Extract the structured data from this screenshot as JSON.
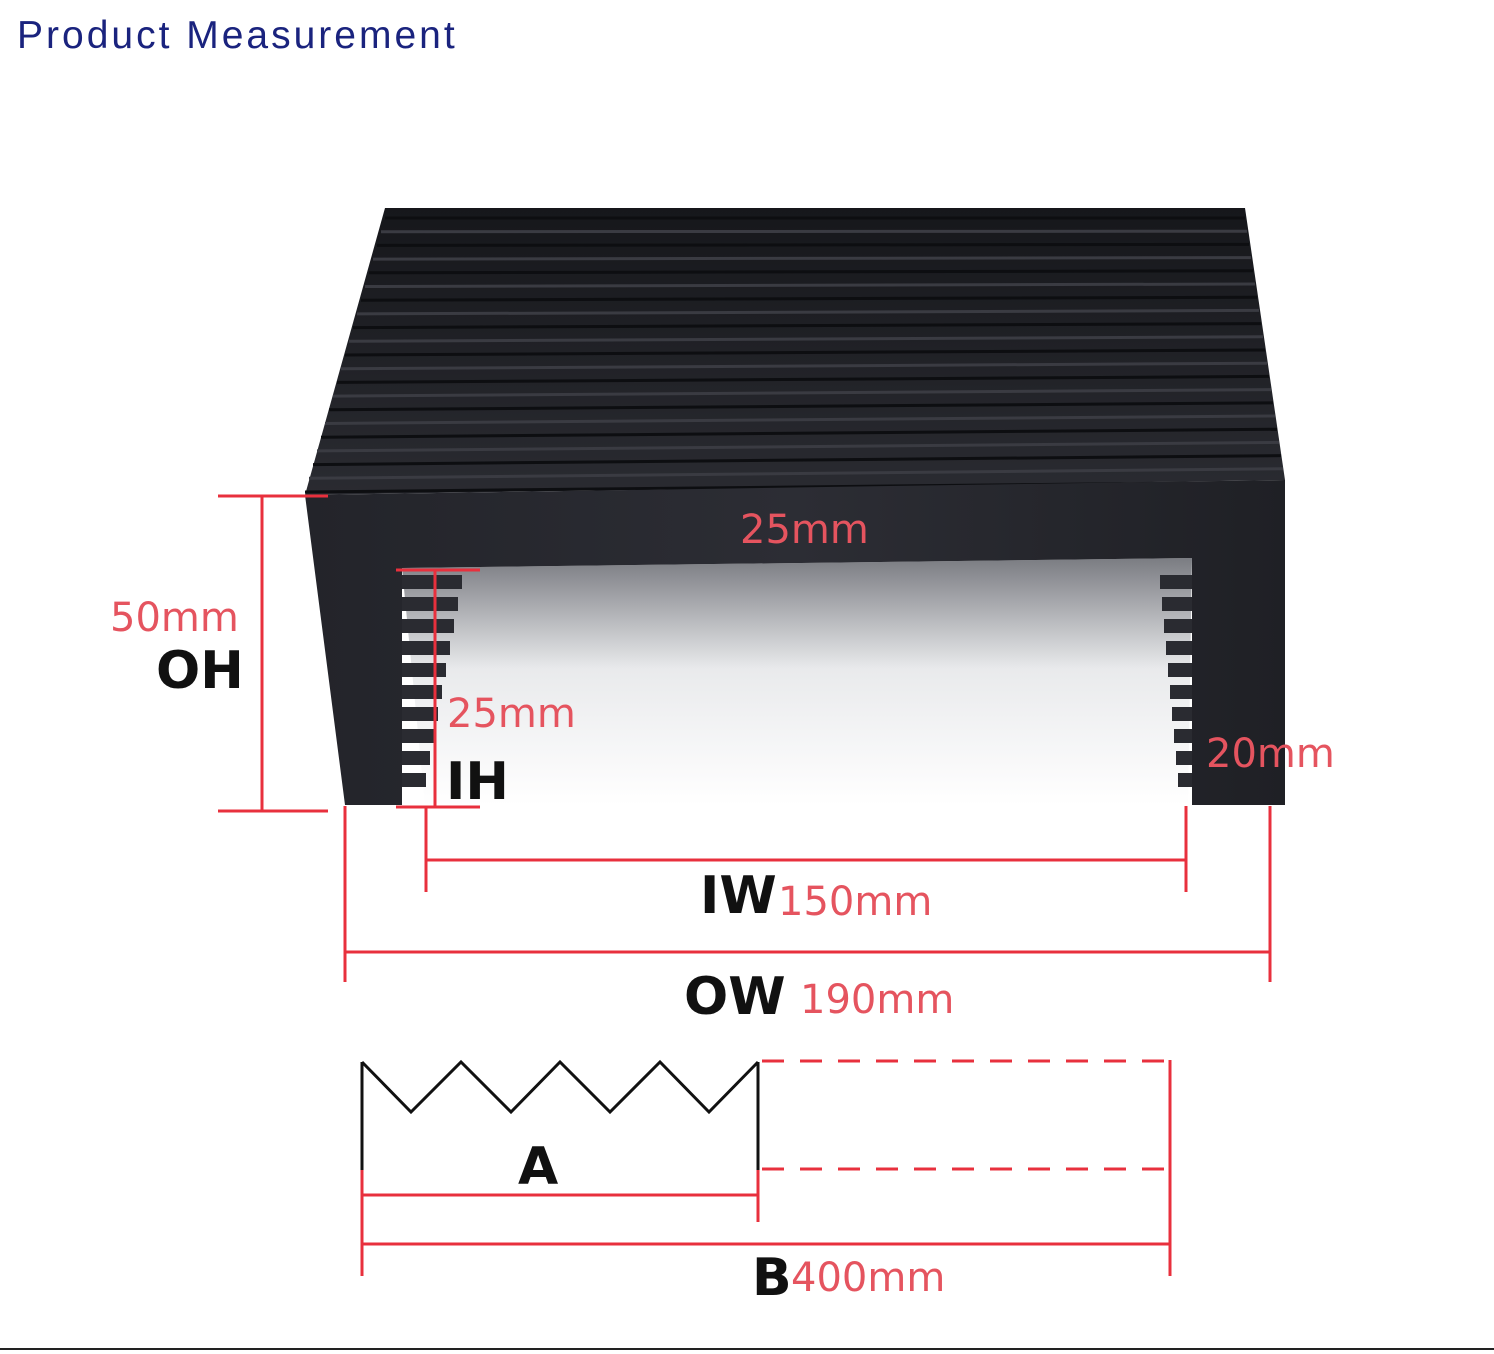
{
  "title": "Product Measurement",
  "dimensions": {
    "top_thickness": "25mm",
    "outer_height": {
      "label": "OH",
      "value": "50mm"
    },
    "inner_height": {
      "label": "IH",
      "value": "25mm"
    },
    "side_thickness": "20mm",
    "inner_width": {
      "label": "IW",
      "value": "150mm"
    },
    "outer_width": {
      "label": "OW",
      "value": "190mm"
    },
    "compressed_length": {
      "label": "A"
    },
    "extended_length": {
      "label": "B",
      "value": "400mm"
    }
  },
  "colors": {
    "title": "#1a237e",
    "dimension_lines": "#e8303d",
    "dimension_text": "#e5545f",
    "bellows": "#1c1d22"
  }
}
